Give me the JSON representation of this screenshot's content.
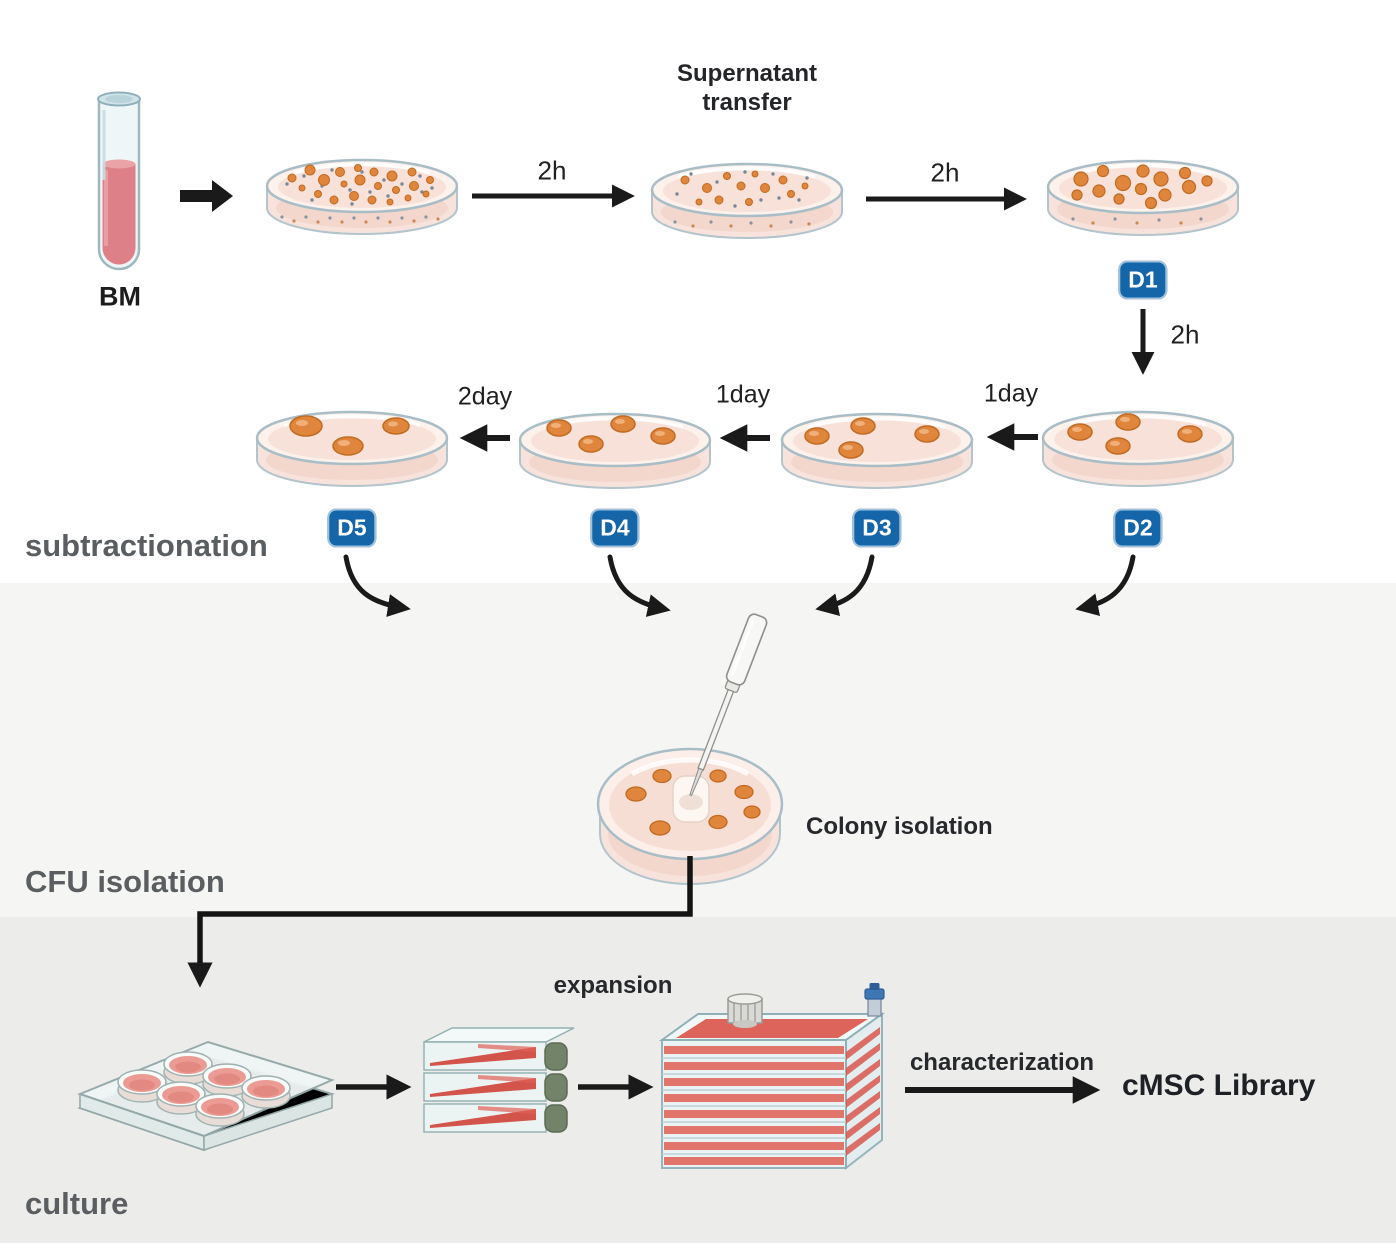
{
  "labels": {
    "bm": "BM",
    "supernatant": "Supernatant transfer",
    "arrow_2h_a": "2h",
    "arrow_2h_b": "2h",
    "arrow_2h_down": "2h",
    "arrow_1day_a": "1day",
    "arrow_1day_b": "1day",
    "arrow_2day": "2day",
    "colony_isolation": "Colony isolation",
    "expansion": "expansion",
    "characterization": "characterization",
    "library": "cMSC Library",
    "section_subtraction": "subtractionation",
    "section_cfu": "CFU isolation",
    "section_culture": "culture"
  },
  "badges": {
    "d1": "D1",
    "d2": "D2",
    "d3": "D3",
    "d4": "D4",
    "d5": "D5"
  },
  "colors": {
    "badge_blue": "#1566a8",
    "colony_orange": "#e0863c",
    "dish_medium_pink": "#f8e1d8",
    "flask_medium_red": "#d94f44",
    "arrow_black": "#1a1a1a",
    "section_label_gray": "#5b5e61",
    "cfu_section_bg": "#f5f5f4",
    "culture_section_bg": "#ececeb"
  }
}
